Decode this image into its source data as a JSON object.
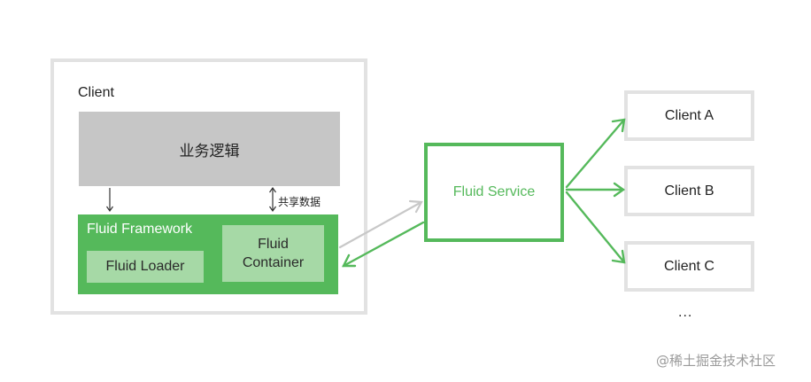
{
  "client": {
    "label": "Client",
    "business_logic": "业务逻辑",
    "shared_data_label": "共享数据",
    "framework": {
      "title": "Fluid Framework",
      "loader": "Fluid Loader",
      "container_line1": "Fluid",
      "container_line2": "Container"
    }
  },
  "service": {
    "label": "Fluid Service"
  },
  "remote_clients": [
    {
      "label": "Client A"
    },
    {
      "label": "Client B"
    },
    {
      "label": "Client C"
    }
  ],
  "more_clients": "...",
  "watermark": "@稀土掘金技术社区",
  "colors": {
    "accent_green": "#55b95b",
    "light_green": "#a6d9a6",
    "gray_box": "#c6c6c6",
    "border_gray": "#e2e2e2",
    "sync_arrow_gray": "#c8c8c8"
  }
}
